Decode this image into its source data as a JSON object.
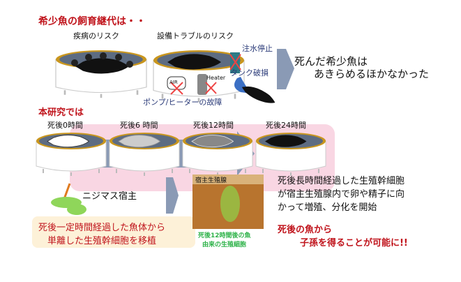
{
  "top": {
    "heading": "希少魚の飼育継代は・・",
    "disease_risk": "疾病のリスク",
    "equipment_risk": "設備トラブルのリスク",
    "water_stop": "注水停止",
    "tank_damage": "タンク破損",
    "air_label": "AIR",
    "heater_label": "Heater",
    "pump_heater_failure": "ポンプ/ヒーターの故障",
    "result_line1": "死んだ希少魚は",
    "result_line2": "あきらめるほかなかった"
  },
  "study": {
    "heading": "本研究では",
    "timepoints": [
      "死後0時間",
      "死後6 時間",
      "死後12時間",
      "死後24時間"
    ],
    "host_label": "ニジマス宿主",
    "transplant_line1": "死後一定時間経過した魚体から",
    "transplant_line2": "単離した生殖幹細胞を移植",
    "photo_label": "宿主生殖腺",
    "photo_caption_line1": "死後12時間後の魚",
    "photo_caption_line2": "由来の生殖細胞",
    "finding_lines": [
      "死後長時間経過した生殖幹細胞",
      "が宿主生殖腺内で卵や精子に向",
      "かって増殖、分化を開始"
    ],
    "conclusion_line1": "死後の魚から",
    "conclusion_line2": "子孫を得ることが可能に!!"
  },
  "colors": {
    "red": "#c0141c",
    "navy": "#2a3a78",
    "arrow": "#8a9ab5",
    "pink": "#f9d6e3",
    "cream": "#fdf1d8",
    "green": "#2fb34a"
  }
}
